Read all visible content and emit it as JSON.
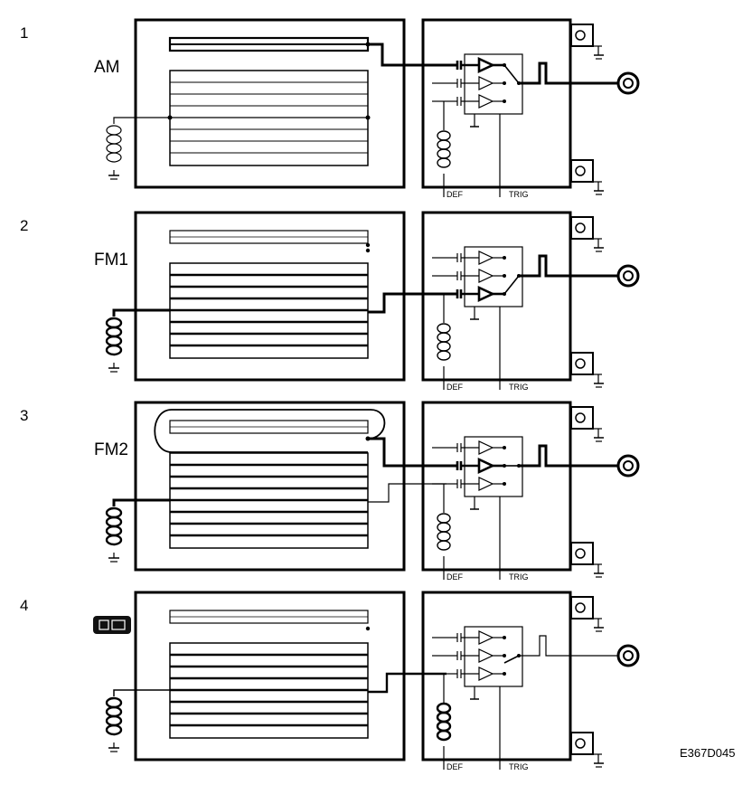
{
  "panels": [
    {
      "number": "1",
      "mode": "AM",
      "def": "DEF",
      "trig": "TRIG",
      "route": "am"
    },
    {
      "number": "2",
      "mode": "FM1",
      "def": "DEF",
      "trig": "TRIG",
      "route": "fm1"
    },
    {
      "number": "3",
      "mode": "FM2",
      "def": "DEF",
      "trig": "TRIG",
      "route": "fm2"
    },
    {
      "number": "4",
      "mode": "",
      "badge": "icon",
      "def": "DEF",
      "trig": "TRIG",
      "route": "off"
    }
  ],
  "figure_code": "E367D045"
}
